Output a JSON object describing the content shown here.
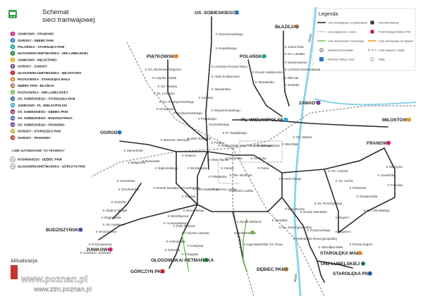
{
  "title": {
    "line1": "Schemat",
    "line2": "sieci tramwajowej"
  },
  "routes": [
    {
      "num": "1",
      "name": "JUNIKOWO - FRANOWO",
      "color": "#d9207b"
    },
    {
      "num": "2",
      "name": "OGRODY - DĘBIEC PKM",
      "color": "#2a79c4"
    },
    {
      "num": "3",
      "name": "POLAŃSKA - STAROŁĘKA PKM",
      "color": "#17a39a"
    },
    {
      "num": "4",
      "name": "GŁOGOWSKA/HETMAŃSKA - UNII LUBELSKIEJ",
      "color": "#1a7f3c"
    },
    {
      "num": "5",
      "name": "JUNIKOWO - MIŁOSTOWO",
      "color": "#f2a21e"
    },
    {
      "num": "6",
      "name": "OGRODY - ZAWADY",
      "color": "#7a3a94"
    },
    {
      "num": "7",
      "name": "GŁOGOWSKA/HETMAŃSKA - MIŁOSTOWO",
      "color": "#c51f2f"
    },
    {
      "num": "8",
      "name": "PIĄTKOWSKA - STAROŁĘKA MAŁA",
      "color": "#e8852a"
    },
    {
      "num": "10",
      "name": "DĘBIEC PKM - BŁAŻEJA",
      "color": "#9b6d3c"
    },
    {
      "num": "11",
      "name": "PIĄTKOWSKA - UNII LUBELSKIEJ",
      "color": "#6fb64a"
    },
    {
      "num": "12",
      "name": "OS. SOBIESKIEGO - STAROŁĘKA PKM",
      "color": "#1e5aa8"
    },
    {
      "num": "13",
      "name": "JUNIKOWO - PL. WIELKOPOLSKI",
      "color": "#29a8d6"
    },
    {
      "num": "14",
      "name": "OS. SOBIESKIEGO - DĘBIEC PKM",
      "color": "#8c1c4a"
    },
    {
      "num": "15",
      "name": "OS. SOBIESKIEGO - BUDZISZYŃSKA",
      "color": "#3d4fa3"
    },
    {
      "num": "16",
      "name": "OS. SOBIESKIEGO - FRANOWO",
      "color": "#5b2e83"
    },
    {
      "num": "17",
      "name": "OGRODY - STAROŁĘKA PKM",
      "color": "#c7a83b"
    },
    {
      "num": "18",
      "name": "OGRODY - FRANOWO",
      "color": "#ab1c20"
    }
  ],
  "bus": {
    "heading": "LINIE AUTOBUSOWE \"ZA TRAMWAJ\"",
    "lines": [
      {
        "num": "T2",
        "name": "KOSIŃSKIEGO - DĘBIEC PKM"
      },
      {
        "num": "T5",
        "name": "GŁOGOWSKA/HETMAŃSKA - GÓRCZYN PKM"
      }
    ]
  },
  "legend": {
    "heading": "Legenda",
    "items": [
      "Linie tramwajowe z przystankami",
      "Linie wyłączone z ruchu",
      "Linie autobusowe \"za tramwaj\"",
      "Możliwość przesiadki",
      "Parking \"Parkuj i Jedź\"",
      "Automat biletowy",
      "Punkt Obsługi Klienta ZTM",
      "Linie autobusowe na żądanie",
      "Linie kolejowe i stacje",
      "Pętla"
    ]
  },
  "hubs": [
    {
      "name": "OS. SOBIESKIEGO",
      "color": "#2a79c4"
    },
    {
      "name": "BŁAŻEJA",
      "color": "#9b6d3c"
    },
    {
      "name": "PIĄTKOWSKA",
      "color": "#e8852a"
    },
    {
      "name": "POLAŃSKA",
      "color": "#17a39a"
    },
    {
      "name": "ZAWADY",
      "color": "#7a3a94"
    },
    {
      "name": "PL. WIELKOPOLSKI",
      "color": "#29a8d6"
    },
    {
      "name": "MIŁOSTOWO",
      "color": "#f2a21e"
    },
    {
      "name": "OGRODY",
      "color": "#2a79c4"
    },
    {
      "name": "FRANOWO",
      "color": "#d9207b"
    },
    {
      "name": "BUDZISZYŃSKA",
      "color": "#3d4fa3"
    },
    {
      "name": "JUNIKOWO",
      "color": "#d9207b"
    },
    {
      "name": "GŁOGOWSKA/ HETMAŃSKA",
      "color": "#1a7f3c"
    },
    {
      "name": "GÓRCZYN PKM",
      "color": "#c51f2f"
    },
    {
      "name": "DĘBIEC PKM",
      "color": "#9b6d3c"
    },
    {
      "name": "STAROŁĘKA MAŁA",
      "color": "#e8852a"
    },
    {
      "name": "UNII LUBELSKIEJ",
      "color": "#1a7f3c"
    },
    {
      "name": "STAROŁĘKA PKM",
      "color": "#1e5aa8"
    },
    {
      "name": "KOSIŃSKIEGO",
      "color": "#6fb64a"
    }
  ],
  "stops": [
    "Szymanowskiego",
    "Kurpińskiego",
    "Lechicka Poznań Plaza",
    "Aleja Solidarności",
    "Słowiańska",
    "Wojciechowskiego",
    "Jasna Rola",
    "Os. Lokatka",
    "Naramowicka",
    "Lechicka Naramowicka",
    "Wilczak",
    "Słowiańska",
    "Serbska",
    "Rondo Solidarności",
    "Os. Wichrowe Wzgórze",
    "Lutycka Szpital",
    "Os. Winiary",
    "Sa. Lechicka",
    "Os. Przybyszewskiego",
    "Urzędowa",
    "Przybyszewskiego",
    "Pułaskiego",
    "Szymańskiego",
    "Pl. Ratajskiego",
    "Most Teatralny",
    "Fredry",
    "Gwarna",
    "Zamkowa",
    "Kórnicka",
    "Zamek",
    "Rondo Rataje",
    "Os. Czecha",
    "Os. Lecha",
    "Piaśnicka",
    "Szwajcarska",
    "Os. Przemysława",
    "Zegrze I",
    "Zegrze II",
    "Os. Orła Białego",
    "Rondo Żegrze",
    "Os. Rzeczypospolitej",
    "Hetmańska Rzeczypospolitej",
    "Krzywoustego",
    "Serafitek",
    "Wiosny Ludów",
    "Półwiejska",
    "Rynek Łazarski",
    "Park Wilsona",
    "Most Dworcowy",
    "Gajowa",
    "Rondo Nowaka-Jeziorańskiego",
    "Bukowska",
    "Zamenhofa",
    "Ostrowska",
    "Grochowska",
    "Jeżycka",
    "Stadion Miejski",
    "Wągrowska",
    "Os. Kwiatowe",
    "Smochowice",
    "Krzyżowniczej",
    "Cmentarz Junikowo",
    "Dmowskiego",
    "Wierzbięcice",
    "Arciszewskiego",
    "Hetmańska",
    "Górecka",
    "Kolejowa",
    "Traugutta",
    "Łęgi Dębińskie",
    "Os. Rusa",
    "Pl. Wiosny Ludów",
    "Most Rocha",
    "Rondo Starołęka",
    "Starołęka Mała",
    "Głuszyna",
    "Franowo",
    "Szwedzka",
    "Ratajczaka",
    "Aleje Marcinkowskiego",
    "Pl. Bernardyński",
    "Wrocławska",
    "Stary Rynek",
    "Rynek Wildecki",
    "Wierzbak",
    "Plac Wolności",
    "Garbary",
    "Dworzec Zachodni",
    "Os. Dębina",
    "Polna",
    "Bułgarska",
    "Dąbrowskiego"
  ],
  "river_names": [
    "Warta",
    "Cybina"
  ],
  "footer": {
    "text": "Aktualizacja:"
  },
  "watermark": {
    "line1": "www.poznan.pl",
    "line2": "www.ztm.poznan.pl"
  }
}
